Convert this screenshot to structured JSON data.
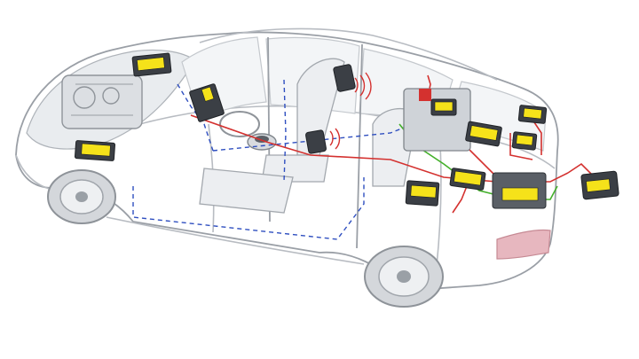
{
  "colors": {
    "background": "#ffffff",
    "body_outline": "#b8bcc2",
    "wire_power": "#d4312f",
    "wire_bus_dashed": "#2f4fc0",
    "wire_green": "#43b02a",
    "module_body": "#3b3f45",
    "module_label": "#f5e21a",
    "taillight": "#e7b7bf"
  },
  "modules": [
    {
      "id": "engine-ecu-module"
    },
    {
      "id": "engine-bay-module"
    },
    {
      "id": "firewall-module"
    },
    {
      "id": "headrest-speaker-module"
    },
    {
      "id": "center-console-module"
    },
    {
      "id": "trunk-top-module"
    },
    {
      "id": "trunk-cluster-module-1"
    },
    {
      "id": "trunk-cluster-module-2"
    },
    {
      "id": "trunk-cluster-module-3"
    },
    {
      "id": "trunk-cluster-module-4"
    },
    {
      "id": "trunk-cluster-module-5"
    },
    {
      "id": "rear-module"
    },
    {
      "id": "external-connector-module"
    }
  ]
}
